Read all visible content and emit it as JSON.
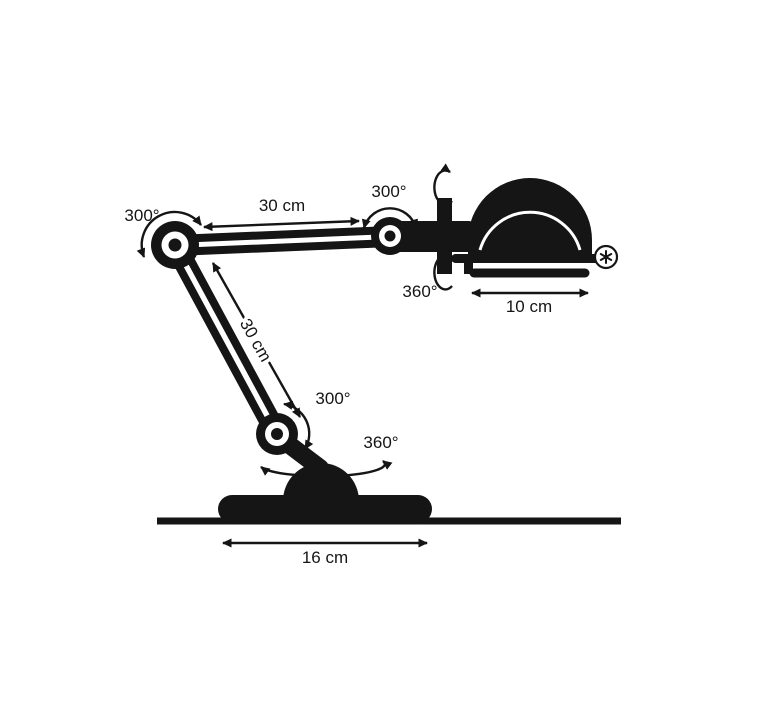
{
  "diagram": {
    "annotations": {
      "shoulder_rotation": "300°",
      "upper_arm_length": "30 cm",
      "elbow_rotation": "300°",
      "head_spin": "360°",
      "head_width": "10 cm",
      "lower_arm_length": "30 cm",
      "knee_rotation": "300°",
      "base_spin": "360°",
      "base_width": "16 cm"
    },
    "icons": {
      "flower_mark": "flower-asterisk"
    },
    "colors": {
      "ink": "#151515",
      "background": "#ffffff"
    }
  }
}
